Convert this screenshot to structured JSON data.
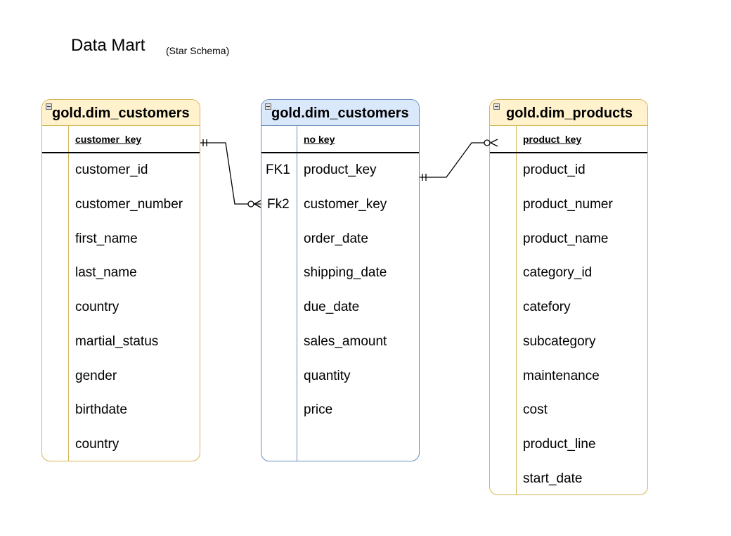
{
  "title": "Data Mart",
  "subtitle": "(Star Schema)",
  "colors": {
    "yellow_fill": "#fff2cc",
    "yellow_border": "#d6b656",
    "blue_fill": "#dae8fc",
    "blue_border": "#6c8ebf",
    "line": "#000000"
  },
  "icons": {
    "collapse": "collapse-icon"
  },
  "tables": [
    {
      "name": "gold.dim_customers",
      "pk": "customer_key",
      "fields": [
        "customer_id",
        "customer_number",
        "first_name",
        "last_name",
        "country",
        "martial_status",
        "gender",
        "birthdate",
        "country"
      ]
    },
    {
      "name": "gold.dim_customers",
      "pk": "no key",
      "keys": [
        "FK1",
        "Fk2"
      ],
      "fields": [
        "product_key",
        "customer_key",
        "order_date",
        "shipping_date",
        "due_date",
        "sales_amount",
        "quantity",
        "price"
      ]
    },
    {
      "name": "gold.dim_products",
      "pk": "product_key",
      "fields": [
        "product_id",
        "product_numer",
        "product_name",
        "category_id",
        "catefory",
        "subcategory",
        "maintenance",
        "cost",
        "product_line",
        "start_date"
      ]
    }
  ],
  "relationships": [
    {
      "from": "gold.dim_customers.customer_key",
      "to": "gold.dim_customers.customer_key",
      "from_cardinality": "one",
      "to_cardinality": "zero-or-many"
    },
    {
      "from": "gold.dim_customers.product_key",
      "to": "gold.dim_products.product_key",
      "from_cardinality": "one",
      "to_cardinality": "zero-or-many"
    }
  ]
}
